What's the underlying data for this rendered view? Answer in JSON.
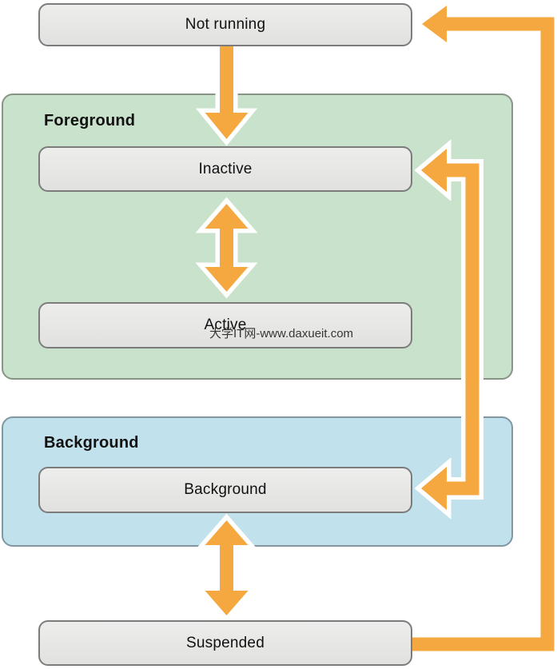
{
  "diagram": {
    "nodes": {
      "not_running": "Not running",
      "inactive": "Inactive",
      "active": "Active",
      "background": "Background",
      "suspended": "Suspended"
    },
    "groups": {
      "foreground": "Foreground",
      "background": "Background"
    },
    "watermark": "大学IT网-www.daxueit.com"
  },
  "colors": {
    "arrow_orange": "#F5A840",
    "arrow_outline": "#FFFFFF",
    "group_foreground_fill": "#C8E2CC",
    "group_foreground_border": "#879487",
    "group_background_fill": "#C1E1ED",
    "group_background_border": "#8097A2",
    "node_fill_top": "#EDEDEC",
    "node_fill_bottom": "#E1E1E0",
    "node_border": "#7C7C7C",
    "text": "#111111"
  }
}
